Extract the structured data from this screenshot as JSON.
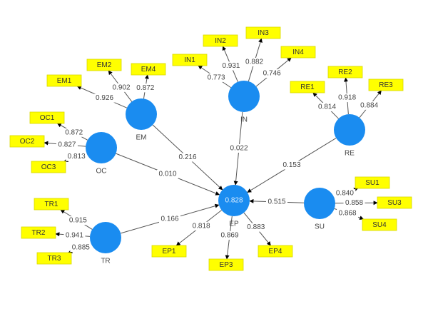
{
  "diagram": {
    "type": "PLS-SEM path model",
    "latent_variables": [
      {
        "id": "EM",
        "label": "EM",
        "r2": null
      },
      {
        "id": "OC",
        "label": "OC",
        "r2": null
      },
      {
        "id": "IN",
        "label": "IN",
        "r2": null
      },
      {
        "id": "RE",
        "label": "RE",
        "r2": null
      },
      {
        "id": "TR",
        "label": "TR",
        "r2": null
      },
      {
        "id": "SU",
        "label": "SU",
        "r2": null
      },
      {
        "id": "EP",
        "label": "EP",
        "r2": "0.828"
      }
    ],
    "indicators": [
      {
        "id": "EM1",
        "label": "EM1",
        "construct": "EM",
        "loading": "0.926"
      },
      {
        "id": "EM2",
        "label": "EM2",
        "construct": "EM",
        "loading": "0.902"
      },
      {
        "id": "EM4",
        "label": "EM4",
        "construct": "EM",
        "loading": "0.872"
      },
      {
        "id": "OC1",
        "label": "OC1",
        "construct": "OC",
        "loading": "0.872"
      },
      {
        "id": "OC2",
        "label": "OC2",
        "construct": "OC",
        "loading": "0.827"
      },
      {
        "id": "OC3",
        "label": "OC3",
        "construct": "OC",
        "loading": "0.813"
      },
      {
        "id": "IN1",
        "label": "IN1",
        "construct": "IN",
        "loading": "0.773"
      },
      {
        "id": "IN2",
        "label": "IN2",
        "construct": "IN",
        "loading": "0.931"
      },
      {
        "id": "IN3",
        "label": "IN3",
        "construct": "IN",
        "loading": "0.882"
      },
      {
        "id": "IN4",
        "label": "IN4",
        "construct": "IN",
        "loading": "0.746"
      },
      {
        "id": "RE1",
        "label": "RE1",
        "construct": "RE",
        "loading": "0.814"
      },
      {
        "id": "RE2",
        "label": "RE2",
        "construct": "RE",
        "loading": "0.918"
      },
      {
        "id": "RE3",
        "label": "RE3",
        "construct": "RE",
        "loading": "0.884"
      },
      {
        "id": "TR1",
        "label": "TR1",
        "construct": "TR",
        "loading": "0.915"
      },
      {
        "id": "TR2",
        "label": "TR2",
        "construct": "TR",
        "loading": "0.941"
      },
      {
        "id": "TR3",
        "label": "TR3",
        "construct": "TR",
        "loading": "0.885"
      },
      {
        "id": "SU1",
        "label": "SU1",
        "construct": "SU",
        "loading": "0.840"
      },
      {
        "id": "SU3",
        "label": "SU3",
        "construct": "SU",
        "loading": "0.858"
      },
      {
        "id": "SU4",
        "label": "SU4",
        "construct": "SU",
        "loading": "0.868"
      },
      {
        "id": "EP1",
        "label": "EP1",
        "construct": "EP",
        "loading": "0.818"
      },
      {
        "id": "EP3",
        "label": "EP3",
        "construct": "EP",
        "loading": "0.869"
      },
      {
        "id": "EP4",
        "label": "EP4",
        "construct": "EP",
        "loading": "0.883"
      }
    ],
    "paths": [
      {
        "from": "EM",
        "to": "EP",
        "coefficient": "0.216"
      },
      {
        "from": "OC",
        "to": "EP",
        "coefficient": "0.010"
      },
      {
        "from": "IN",
        "to": "EP",
        "coefficient": "0.022"
      },
      {
        "from": "RE",
        "to": "EP",
        "coefficient": "0.153"
      },
      {
        "from": "TR",
        "to": "EP",
        "coefficient": "0.166"
      },
      {
        "from": "SU",
        "to": "EP",
        "coefficient": "0.515"
      }
    ],
    "colors": {
      "latent_fill": "#1a8cf0",
      "indicator_fill": "#ffff00",
      "edge": "#555555",
      "arrowhead": "#000000"
    }
  }
}
